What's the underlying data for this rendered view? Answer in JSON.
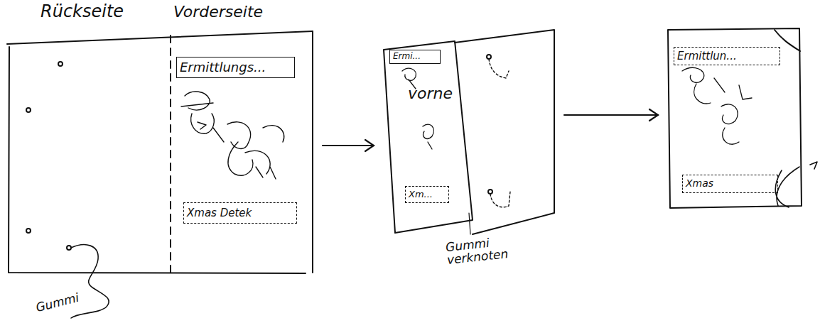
{
  "diagram": {
    "nodes": [
      {
        "text": [
          "Rückseite"
        ]
      },
      {
        "text": [
          "Vorderseite"
        ]
      },
      {
        "text": [
          "Ermittlungs..."
        ],
        "in": 1
      },
      {
        "text": [
          "Xmas Detek"
        ],
        "in": 1
      },
      {
        "text": [
          "vorne"
        ]
      },
      {
        "text": [
          "Ermi..."
        ],
        "in": 4
      },
      {
        "text": [
          "Xm..."
        ],
        "in": 4
      },
      {
        "text": []
      },
      {
        "text": [
          "Ermittlun..."
        ],
        "in": 7
      },
      {
        "text": [
          "Xmas"
        ],
        "in": 7
      }
    ],
    "edges": [
      {
        "from": 1,
        "to": 4,
        "arrow": "to"
      },
      {
        "from": 4,
        "to": 7,
        "arrow": "to"
      }
    ],
    "labels": [
      "Gummi",
      "Gummi verknoten"
    ]
  }
}
